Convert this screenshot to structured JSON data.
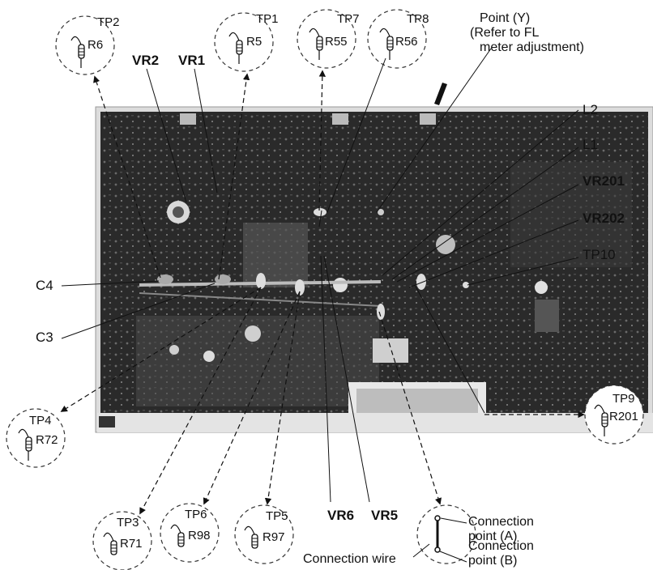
{
  "callouts": {
    "tp2": {
      "tp": "TP2",
      "r": "R6"
    },
    "tp1": {
      "tp": "TP1",
      "r": "R5"
    },
    "tp7": {
      "tp": "TP7",
      "r": "R55"
    },
    "tp8": {
      "tp": "TP8",
      "r": "R56"
    },
    "tp4": {
      "tp": "TP4",
      "r": "R72"
    },
    "tp9": {
      "tp": "TP9",
      "r": "R201"
    },
    "tp3": {
      "tp": "TP3",
      "r": "R71"
    },
    "tp6": {
      "tp": "TP6",
      "r": "R98"
    },
    "tp5": {
      "tp": "TP5",
      "r": "R97"
    }
  },
  "labels": {
    "vr2": "VR2",
    "vr1": "VR1",
    "vr6": "VR6",
    "vr5": "VR5",
    "vr201": "VR201",
    "vr202": "VR202",
    "l2": "L2",
    "l1": "L1",
    "tp10": "TP10",
    "c4": "C4",
    "c3": "C3",
    "point_y_line1": "Point (Y)",
    "point_y_line2": "(Refer to FL",
    "point_y_line3": "meter adjustment)"
  },
  "connection_detail": {
    "point_a_line1": "Connection",
    "point_a_line2": "point (A)",
    "point_b_line1": "Connection",
    "point_b_line2": "point (B)",
    "wire_label": "Connection wire"
  }
}
